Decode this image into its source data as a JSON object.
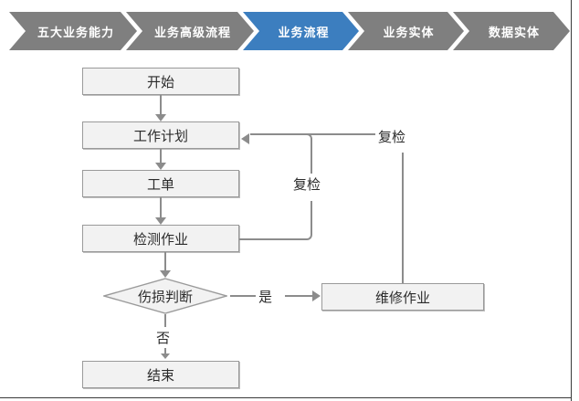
{
  "breadcrumb": {
    "name": "business-architecture-breadcrumb",
    "active_index": 2,
    "active_color": "#3c7ebf",
    "inactive_color": "#7f7f7f",
    "items": [
      {
        "label": "五大业务能力",
        "active": false
      },
      {
        "label": "业务高级流程",
        "active": false
      },
      {
        "label": "业务流程",
        "active": true
      },
      {
        "label": "业务实体",
        "active": false
      },
      {
        "label": "数据实体",
        "active": false
      }
    ]
  },
  "flowchart": {
    "node_fill": "#f2f2f2",
    "node_border": "#9a9a9a",
    "connector_color": "#8c8c8c",
    "nodes": {
      "start": "开始",
      "work_plan": "工作计划",
      "work_order": "工单",
      "inspection_task": "检测作业",
      "damage_decision": "伤损判断",
      "repair_task": "维修作业",
      "end": "结束"
    },
    "edge_labels": {
      "recheck_inner": "复检",
      "recheck_outer": "复检",
      "yes": "是",
      "no": "否"
    }
  }
}
